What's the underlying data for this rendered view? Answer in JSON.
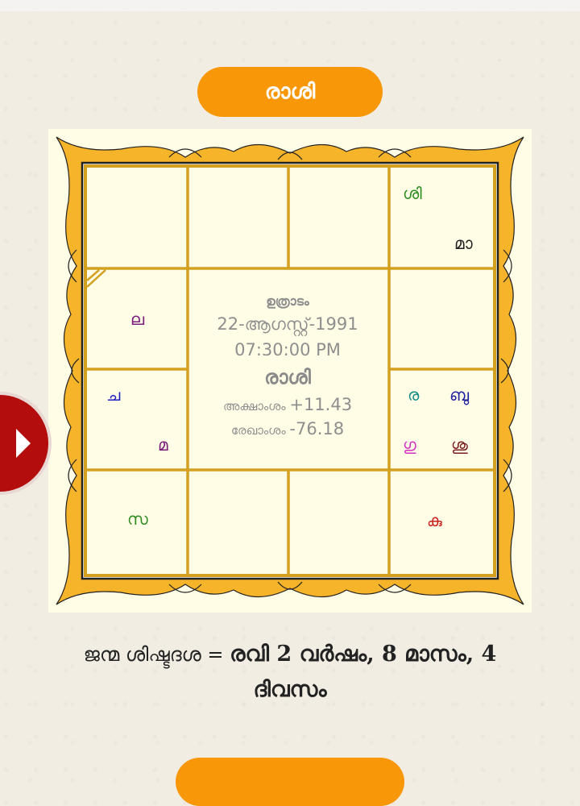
{
  "header": {
    "tab_label": "രാശി"
  },
  "chart": {
    "cells": {
      "house_top_right_a": "ശി",
      "house_top_right_b": "മാ",
      "house_left_1": "ല",
      "house_left_2a": "ച",
      "house_left_2b": "മ",
      "house_bottom_left": "സ",
      "house_right_2a": "ര",
      "house_right_2b": "ബു",
      "house_right_2c": "ഗു",
      "house_right_2d": "ശു",
      "house_bottom_right": "കു"
    },
    "colors": {
      "sani": "#2e8b22",
      "mars": "#222222",
      "lagna": "#7a1a7a",
      "moon": "#1f1fbf",
      "mandi": "#7a1a7a",
      "sun_planet_s": "#2e8b22",
      "rahu": "#138a8a",
      "budha": "#1f1f9f",
      "guru": "#d42fc3",
      "sukra": "#7a2020",
      "ketu": "#c81e1e"
    },
    "center": {
      "nakshatra": "ഉത്രാടം",
      "date": "22-ആഗസ്റ്റ്-1991",
      "time": "07:30:00 PM",
      "title": "രാശി",
      "latitude_label": "അക്ഷാംശം",
      "latitude_value": "+11.43",
      "longitude_label": "രേഖാംശം",
      "longitude_value": "-76.18"
    }
  },
  "dasha": {
    "prefix": "ജന്മ ശിഷ്ടദശ =",
    "line1_bold": "രവി 2 വർഷം, 8 മാസം, 4",
    "line2_bold": "ദിവസം"
  },
  "side_button": {
    "icon": "play-arrow-icon",
    "color": "#b30d0d"
  }
}
